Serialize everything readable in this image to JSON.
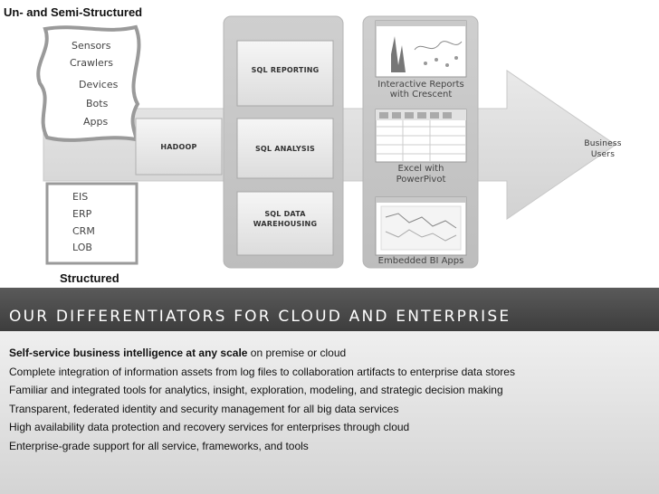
{
  "diagram": {
    "unstructured_title": "Un- and Semi-Structured",
    "unstructured_sources": [
      "Sensors",
      "Crawlers",
      "Devices",
      "Bots",
      "Apps"
    ],
    "structured_sources": [
      "EIS",
      "ERP",
      "CRM",
      "LOB"
    ],
    "structured_title": "Structured",
    "hadoop": "HADOOP",
    "sql_reporting": "SQL REPORTING",
    "sql_analysis": "SQL ANALYSIS",
    "sql_dw_line1": "SQL DATA",
    "sql_dw_line2": "WAREHOUSING",
    "interactive_reports_line1": "Interactive Reports",
    "interactive_reports_line2": "with Crescent",
    "excel_line1": "Excel with",
    "excel_line2": "PowerPivot",
    "embedded_bi": "Embedded BI Apps",
    "business_users_line1": "Business",
    "business_users_line2": "Users"
  },
  "differentiators": {
    "title": "OUR DIFFERENTIATORS FOR CLOUD AND ENTERPRISE",
    "first_bold": "Self-service business intelligence at any scale",
    "first_rest": " on premise or cloud",
    "points": [
      "Complete integration of information assets from log files to collaboration artifacts to enterprise data stores",
      "Familiar and integrated tools for analytics, insight, exploration, modeling, and strategic decision making",
      "Transparent, federated identity and security management for all big data services",
      "High availability data protection and recovery services for enterprises through cloud",
      "Enterprise-grade support for all service, frameworks, and tools"
    ]
  }
}
